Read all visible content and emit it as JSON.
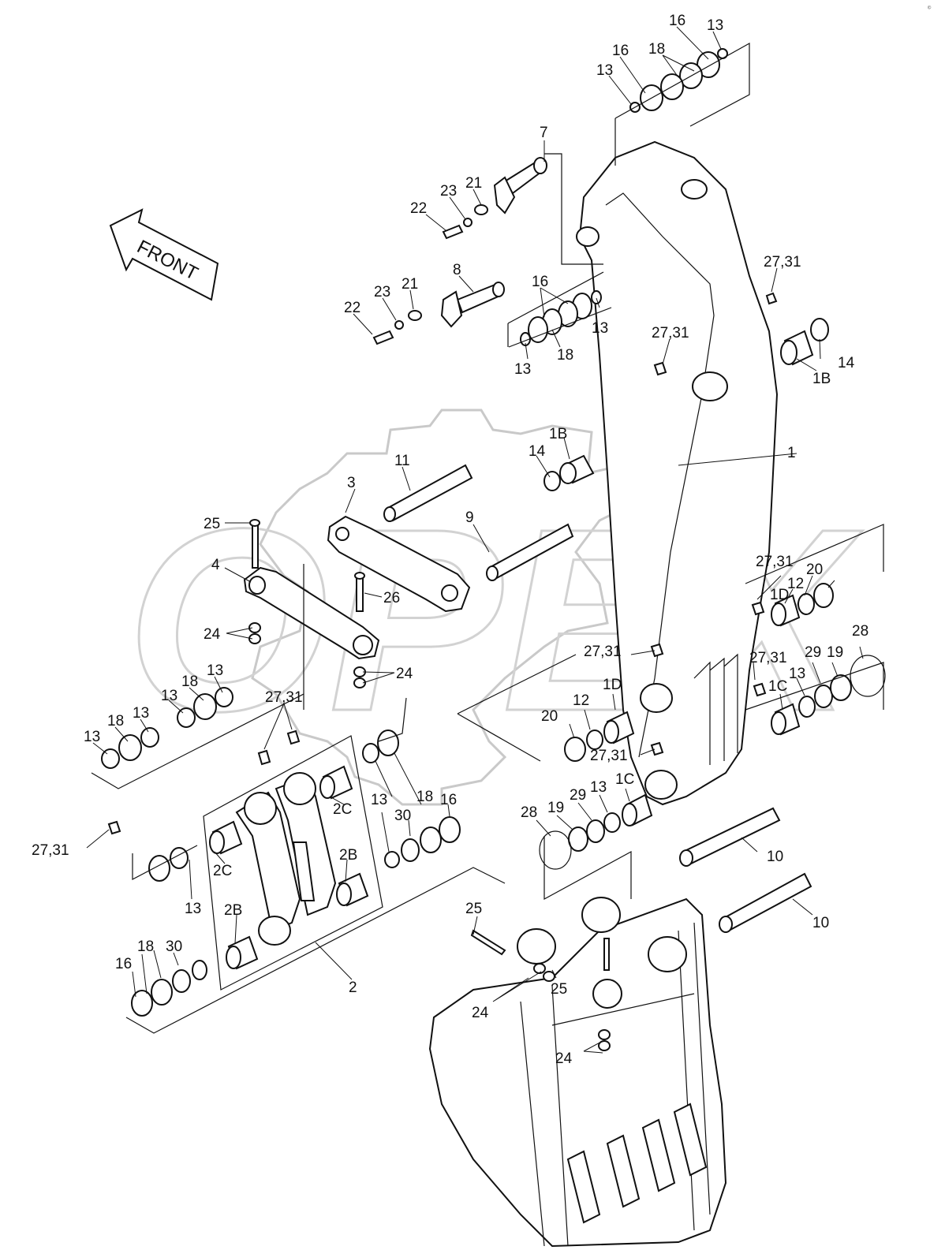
{
  "front_label": "FRONT",
  "watermark": "OPEX",
  "corner_mark": "©",
  "callouts": {
    "c1": "1",
    "c1b_a": "1B",
    "c1b_b": "1B",
    "c1c_a": "1C",
    "c1c_b": "1C",
    "c1d_a": "1D",
    "c1d_b": "1D",
    "c2": "2",
    "c2b_a": "2B",
    "c2b_b": "2B",
    "c2c_a": "2C",
    "c2c_b": "2C",
    "c3": "3",
    "c4": "4",
    "c7": "7",
    "c8": "8",
    "c9": "9",
    "c10_a": "10",
    "c10_b": "10",
    "c11": "11",
    "c12_a": "12",
    "c12_b": "12",
    "c13_a": "13",
    "c13_b": "13",
    "c13_c": "13",
    "c13_d": "13",
    "c13_e": "13",
    "c13_f": "13",
    "c13_g": "13",
    "c13_h": "13",
    "c13_i": "13",
    "c13_j": "13",
    "c13_k": "13",
    "c13_l": "13",
    "c14_a": "14",
    "c14_b": "14",
    "c16_a": "16",
    "c16_b": "16",
    "c16_c": "16",
    "c16_d": "16",
    "c16_e": "16",
    "c18_a": "18",
    "c18_b": "18",
    "c18_c": "18",
    "c18_d": "18",
    "c18_e": "18",
    "c18_f": "18",
    "c19_a": "19",
    "c19_b": "19",
    "c20_a": "20",
    "c20_b": "20",
    "c21_a": "21",
    "c21_b": "21",
    "c22_a": "22",
    "c22_b": "22",
    "c23_a": "23",
    "c23_b": "23",
    "c24_a": "24",
    "c24_b": "24",
    "c24_c": "24",
    "c24_d": "24",
    "c25_a": "25",
    "c25_b": "25",
    "c25_c": "25",
    "c26": "26",
    "c2731_a": "27,31",
    "c2731_b": "27,31",
    "c2731_c": "27,31",
    "c2731_d": "27,31",
    "c2731_e": "27,31",
    "c2731_f": "27,31",
    "c2731_g": "27,31",
    "c2731_h": "27,31",
    "c28_a": "28",
    "c28_b": "28",
    "c29_a": "29",
    "c29_b": "29",
    "c30_a": "30",
    "c30_b": "30"
  }
}
